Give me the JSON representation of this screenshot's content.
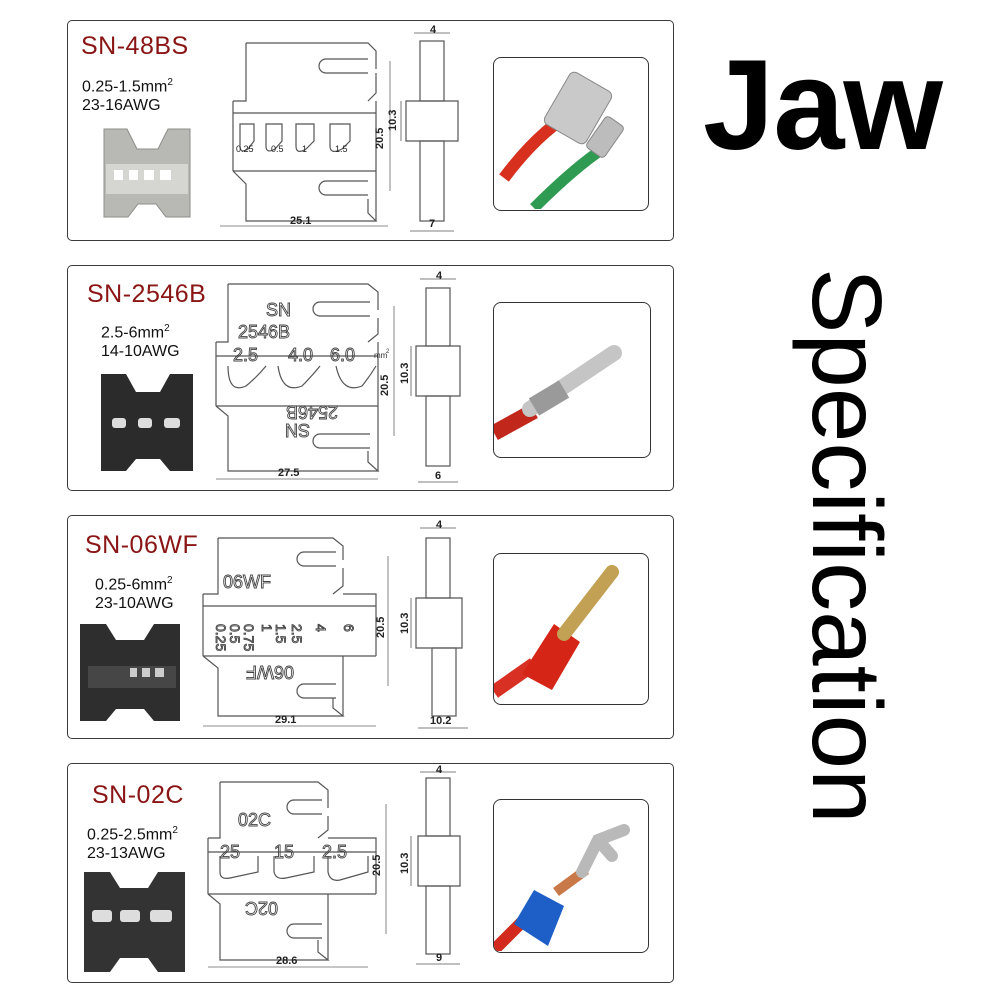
{
  "title": {
    "line1": "Jaw",
    "line2": "Specification"
  },
  "jaws": [
    {
      "model": "SN-48BS",
      "range_mm": "0.25-1.5mm",
      "range_sup": "2",
      "awg": "23-16AWG",
      "die_labels": [
        "0.25",
        "0.5",
        "1",
        "1.5"
      ],
      "dims": {
        "top": "4",
        "height": "20.5",
        "inner": "10.3",
        "width": "25.1",
        "bottom": "7"
      },
      "colors": {
        "jaw_body": "#b8b9b5",
        "terminal": "#c9c9c9"
      }
    },
    {
      "model": "SN-2546B",
      "range_mm": "2.5-6mm",
      "range_sup": "2",
      "awg": "14-10AWG",
      "die_top_marking": [
        "SN",
        "2546B"
      ],
      "die_labels": [
        "2.5",
        "4.0",
        "6.0"
      ],
      "die_unit": "mm",
      "die_unit_sup": "2",
      "die_bottom_marking": [
        "2546B",
        "SN"
      ],
      "dims": {
        "top": "4",
        "height": "20.5",
        "inner": "10.3",
        "width": "27.5",
        "bottom": "6"
      },
      "colors": {
        "jaw_body": "#2b2b2b",
        "terminal": "#c5c5c5"
      }
    },
    {
      "model": "SN-06WF",
      "range_mm": "0.25-6mm",
      "range_sup": "2",
      "awg": "23-10AWG",
      "die_top_marking": [
        "06WF"
      ],
      "die_labels": [
        "0.25",
        "0.5",
        "0.75",
        "1",
        "1.5",
        "2.5",
        "4",
        "6"
      ],
      "die_bottom_marking": [
        "06WF"
      ],
      "dims": {
        "top": "4",
        "height": "20.5",
        "inner": "10.3",
        "width": "29.1",
        "bottom": "10.2"
      },
      "colors": {
        "jaw_body": "#2e2e2e",
        "terminal": "#d52516"
      }
    },
    {
      "model": "SN-02C",
      "range_mm": "0.25-2.5mm",
      "range_sup": "2",
      "awg": "23-13AWG",
      "die_top_marking": [
        "02C"
      ],
      "die_labels": [
        "25",
        "15",
        "2.5"
      ],
      "die_bottom_marking": [
        "02C"
      ],
      "dims": {
        "top": "4",
        "height": "20.5",
        "inner": "10.3",
        "width": "28.6",
        "bottom": "9"
      },
      "colors": {
        "jaw_body": "#333333",
        "terminal": "#1d5fc7"
      }
    }
  ],
  "colors": {
    "model_text": "#8a1515",
    "line": "#555555",
    "dim_text": "#222222"
  }
}
